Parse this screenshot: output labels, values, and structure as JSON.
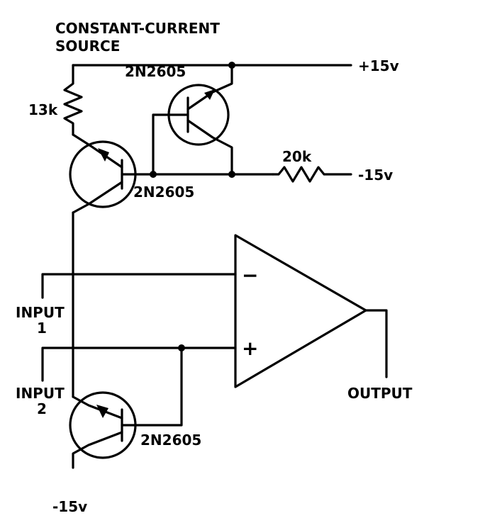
{
  "labels": {
    "title_line1": "CONSTANT-CURRENT",
    "title_line2": "SOURCE",
    "rail_top": "+15v",
    "rail_mid": "-15v",
    "rail_bottom": "-15v",
    "r1": "13k",
    "r2": "20k",
    "q_top": "2N2605",
    "q_mid": "2N2605",
    "q_bottom": "2N2605",
    "input1_line1": "INPUT",
    "input1_line2": "1",
    "input2_line1": "INPUT",
    "input2_line2": "2",
    "output": "OUTPUT",
    "minus_sign": "−",
    "plus_sign": "+"
  },
  "colors": {
    "ink": "#000000",
    "background": "#ffffff"
  }
}
